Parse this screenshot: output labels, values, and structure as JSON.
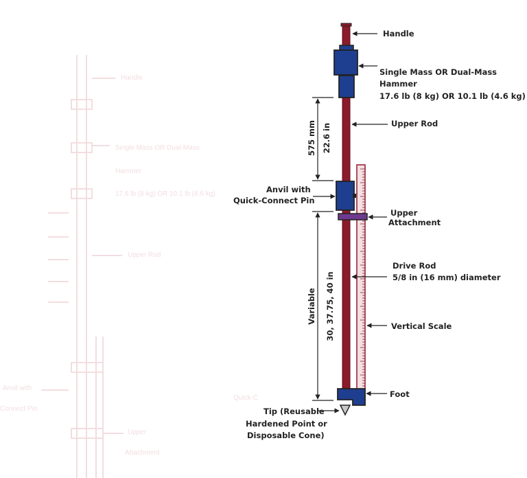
{
  "diagram": {
    "labels": {
      "handle": "Handle",
      "hammer_line1": "Single Mass OR Dual-Mass",
      "hammer_line2": "Hammer",
      "hammer_line3": "17.6 lb (8 kg) OR 10.1 lb (4.6 kg)",
      "upper_rod": "Upper Rod",
      "anvil_line1": "Anvil with",
      "anvil_line2": "Quick-Connect Pin",
      "upper_attachment_line1": "Upper",
      "upper_attachment_line2": "Attachment",
      "drive_rod_line1": "Drive Rod",
      "drive_rod_line2": "5/8 in (16 mm) diameter",
      "vertical_scale": "Vertical Scale",
      "foot": "Foot",
      "tip_line1": "Tip (Reusable",
      "tip_line2": "Hardened Point or",
      "tip_line3": "Disposable Cone)"
    },
    "dimensions": {
      "upper_mm": "575 mm",
      "upper_in": "22.6 in",
      "lower_variable": "Variable",
      "lower_in": "30, 37.75, 40 in"
    },
    "ghost_text": {
      "handle": "Handle",
      "hammer_line1": "Single Mass OR Dual-Mass",
      "hammer_line2": "Hammer",
      "hammer_line3": "17.6 lb (8 kg) OR 10.1 lb (4.6 kg)",
      "upper_rod": "Upper Rod",
      "anvil_line1": "Anvil with",
      "anvil_line2": "Connect Pin",
      "quick": "Quick-C",
      "upper": "Upper",
      "attachment": "Attachment"
    },
    "colors": {
      "rod": "#8b1a2b",
      "hammer": "#1e3f8f",
      "outline": "#222222",
      "ghost": "#f2dadd",
      "scale": "#f4dfe3"
    }
  }
}
